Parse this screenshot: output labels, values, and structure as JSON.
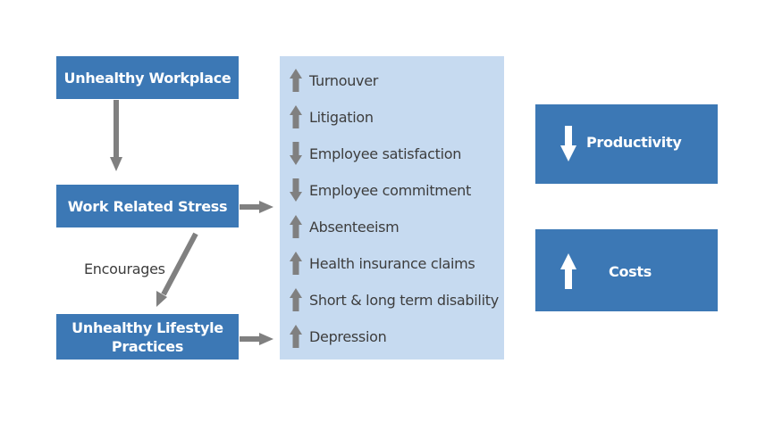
{
  "left_boxes": {
    "workplace": "Unhealthy Workplace",
    "stress": "Work Related Stress",
    "lifestyle_line1": "Unhealthy Lifestyle",
    "lifestyle_line2": "Practices"
  },
  "edge_label": "Encourages",
  "outcomes": [
    {
      "label": "Turnouver",
      "direction": "up",
      "icon": "up-arrow-icon"
    },
    {
      "label": "Litigation",
      "direction": "up",
      "icon": "up-arrow-icon"
    },
    {
      "label": "Employee satisfaction",
      "direction": "down",
      "icon": "down-arrow-icon"
    },
    {
      "label": "Employee commitment",
      "direction": "down",
      "icon": "down-arrow-icon"
    },
    {
      "label": "Absenteeism",
      "direction": "up",
      "icon": "up-arrow-icon"
    },
    {
      "label": "Health insurance claims",
      "direction": "up",
      "icon": "up-arrow-icon"
    },
    {
      "label": "Short & long term disability",
      "direction": "up",
      "icon": "up-arrow-icon"
    },
    {
      "label": "Depression",
      "direction": "up",
      "icon": "up-arrow-icon"
    }
  ],
  "results": {
    "productivity": {
      "label": "Productivity",
      "direction": "down",
      "icon": "down-arrow-icon"
    },
    "costs": {
      "label": "Costs",
      "direction": "up",
      "icon": "up-arrow-icon"
    }
  },
  "colors": {
    "box_blue": "#3c78b5",
    "panel_light_blue": "#c6daf0",
    "arrow_gray": "#808080",
    "text_dark": "#3d3d3d",
    "text_white": "#ffffff"
  }
}
